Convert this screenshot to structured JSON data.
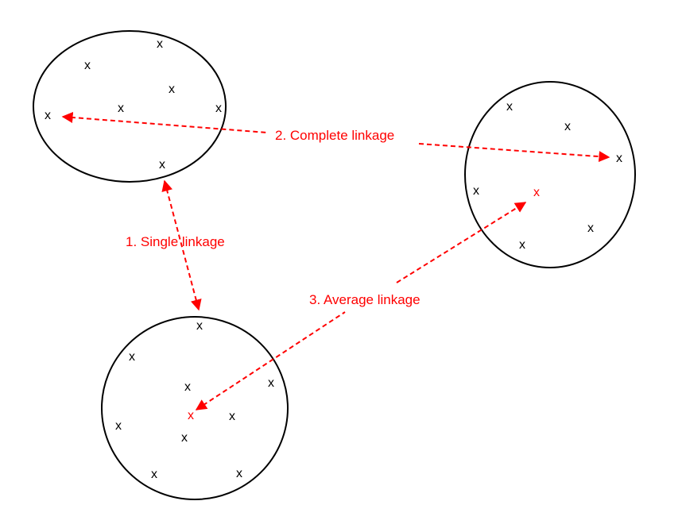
{
  "colors": {
    "accent": "#ff0000",
    "stroke": "#000000",
    "background": "#ffffff"
  },
  "point_marker": "x",
  "centroid_marker": "x",
  "links": {
    "single": {
      "label": "1. Single linkage"
    },
    "complete": {
      "label": "2. Complete linkage"
    },
    "average": {
      "label": "3. Average linkage"
    }
  },
  "clusters": [
    {
      "id": "top-left",
      "points": 7,
      "has_centroid": false
    },
    {
      "id": "right",
      "points": 7,
      "has_centroid": true
    },
    {
      "id": "bottom",
      "points": 10,
      "has_centroid": true
    }
  ]
}
